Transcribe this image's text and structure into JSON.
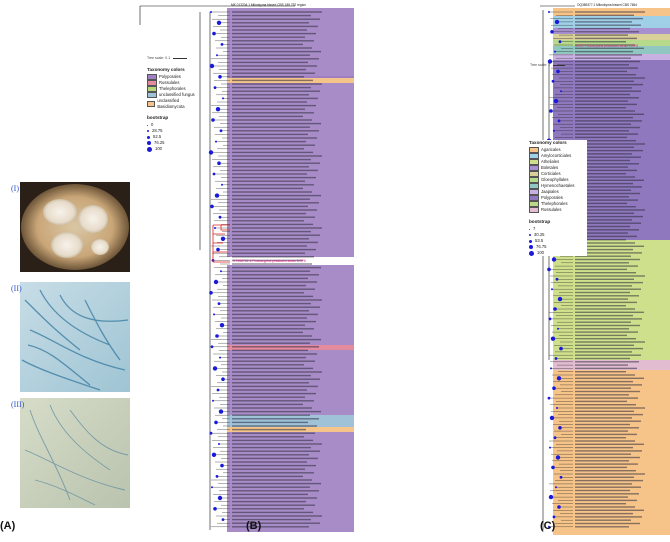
{
  "panels": {
    "a": "(A)",
    "b": "(B)",
    "c": "(C)"
  },
  "subpanels": [
    "(I)",
    "(II)",
    "(III)"
  ],
  "legend_b": {
    "title": "Taxonomy colors",
    "items": [
      {
        "label": "Polyporales",
        "color": "#9e7fc1"
      },
      {
        "label": "Russulales",
        "color": "#e58ba0"
      },
      {
        "label": "Thelephorales",
        "color": "#b7d67e"
      },
      {
        "label": "unclassified fungus",
        "color": "#9fc2d9"
      },
      {
        "label": "unclassified Basidiomycota",
        "color": "#f4c48a"
      }
    ],
    "bootstrap_title": "bootstrap",
    "bootstrap": [
      "0",
      "28.75",
      "52.5",
      "76.25",
      "100"
    ]
  },
  "legend_c": {
    "title": "Taxonomy colors",
    "items": [
      {
        "label": "Agaricales",
        "color": "#f6c489"
      },
      {
        "label": "Amylocorticiales",
        "color": "#9fd0e8"
      },
      {
        "label": "Atheliales",
        "color": "#cfe08c"
      },
      {
        "label": "Boletales",
        "color": "#a88fd0"
      },
      {
        "label": "Corticiales",
        "color": "#d9d09a"
      },
      {
        "label": "Gloeophyllales",
        "color": "#b6d98b"
      },
      {
        "label": "Hymenochaetales",
        "color": "#90c8c1"
      },
      {
        "label": "Jaapiales",
        "color": "#c9b0e2"
      },
      {
        "label": "Polyporales",
        "color": "#8f78bd"
      },
      {
        "label": "Thelephorales",
        "color": "#b9d88a"
      },
      {
        "label": "Russulales",
        "color": "#e2bcd0"
      }
    ],
    "bootstrap_title": "bootstrap",
    "bootstrap": [
      "7",
      "30.25",
      "53.5",
      "76.75",
      "100"
    ]
  },
  "scale_b": "Tree scale: 0.1",
  "scale_c": "Tree scale: 1",
  "root_b": "MK 013204.1 Mikrokyma bisseri CBS 189 752 region",
  "root_c": "OQ389377.1 Mikrokyma bisseri CBS 7654",
  "highlight_b": "KT968761.1 Podoscypha petalodes strain DSP8",
  "highlight_c": "NR92 Podoscypha petalodes strain DSP8",
  "colors": {
    "polyporales_b": "#9e7fc1",
    "russulales_b": "#e58ba0",
    "orange_b": "#f4c48a",
    "blue_b": "#9fc2d9",
    "highlight_text": "#e0248a",
    "node": "#1a1adb",
    "red_branch": "#e02020"
  }
}
